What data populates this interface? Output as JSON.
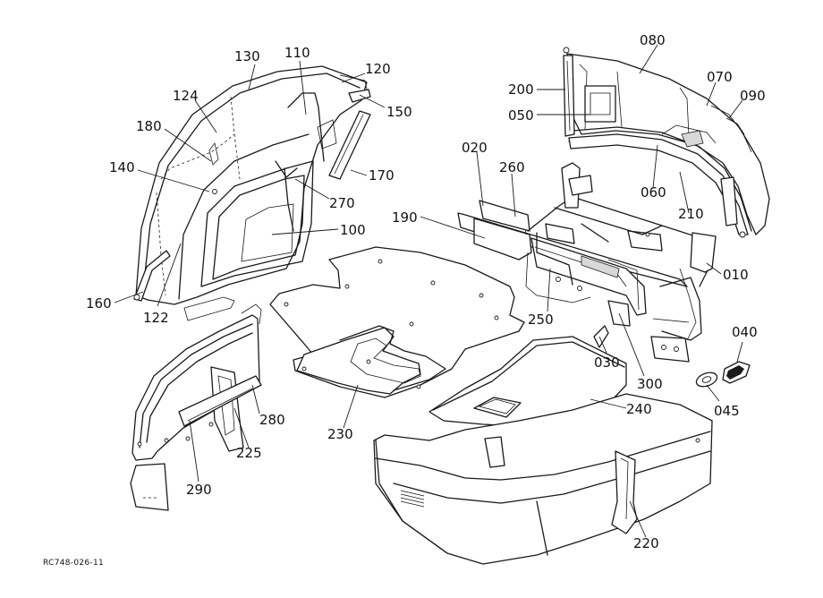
{
  "drawing_code": "RC748-026-11",
  "callouts": {
    "c080": "080",
    "c070": "070",
    "c090": "090",
    "c200": "200",
    "c050": "050",
    "c060": "060",
    "c210": "210",
    "c130": "130",
    "c110": "110",
    "c120": "120",
    "c124": "124",
    "c150": "150",
    "c180": "180",
    "c140": "140",
    "c170": "170",
    "c270": "270",
    "c100": "100",
    "c160": "160",
    "c122": "122",
    "c020": "020",
    "c260": "260",
    "c190": "190",
    "c010": "010",
    "c250": "250",
    "c030": "030",
    "c300": "300",
    "c040": "040",
    "c045": "045",
    "c240": "240",
    "c280": "280",
    "c225": "225",
    "c290": "290",
    "c230": "230",
    "c220": "220"
  }
}
